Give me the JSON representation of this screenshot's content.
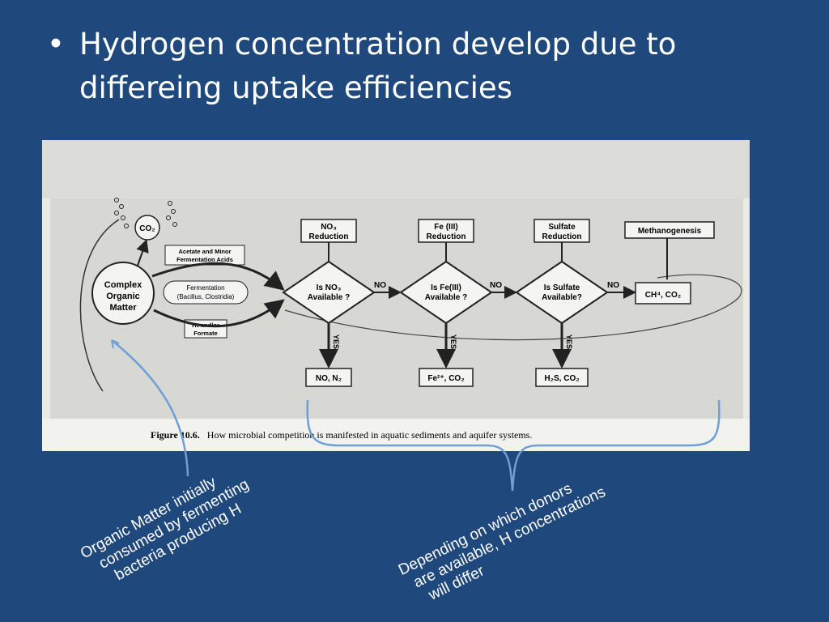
{
  "slide": {
    "bullet": "Hydrogen concentration develop due to differeing uptake efficiencies",
    "bullet_symbol": "•"
  },
  "figure": {
    "caption_label": "Figure 10.6.",
    "caption_text": "How microbial competition is manifested in aquatic sediments and aquifer systems.",
    "co2": "CO₂",
    "complex_organic_matter": [
      "Complex",
      "Organic",
      "Matter"
    ],
    "acetate": [
      "Acetate and Minor",
      "Fermentation Acids"
    ],
    "fermentation": [
      "Fermentation",
      "(Bacillus, Clostridia)"
    ],
    "h2_formate": [
      "H₂ and/or",
      "Formate"
    ],
    "reductions": [
      [
        "NO₃",
        "Reduction"
      ],
      [
        "Fe (III)",
        "Reduction"
      ],
      [
        "Sulfate",
        "Reduction"
      ]
    ],
    "methanogenesis": "Methanogenesis",
    "decisions": [
      [
        "Is NO₃",
        "Available ?"
      ],
      [
        "Is Fe(III)",
        "Available ?"
      ],
      [
        "Is Sulfate",
        "Available?"
      ]
    ],
    "no_label": "NO",
    "yes_label": "YES",
    "products": [
      "NO, N₂",
      "Fe²⁺, CO₂",
      "H₂S, CO₂"
    ],
    "methane_product": "CH⁴, CO₂"
  },
  "annotations": {
    "left": [
      "Organic Matter initially",
      "consumed by fermenting",
      "bacteria producing H"
    ],
    "right": [
      "Depending on which donors",
      "are available, H concentrations",
      "will differ"
    ]
  },
  "colors": {
    "background": "#1f487c",
    "bracket": "#6f9fd6",
    "figure_bg": "#e9e9e6"
  }
}
